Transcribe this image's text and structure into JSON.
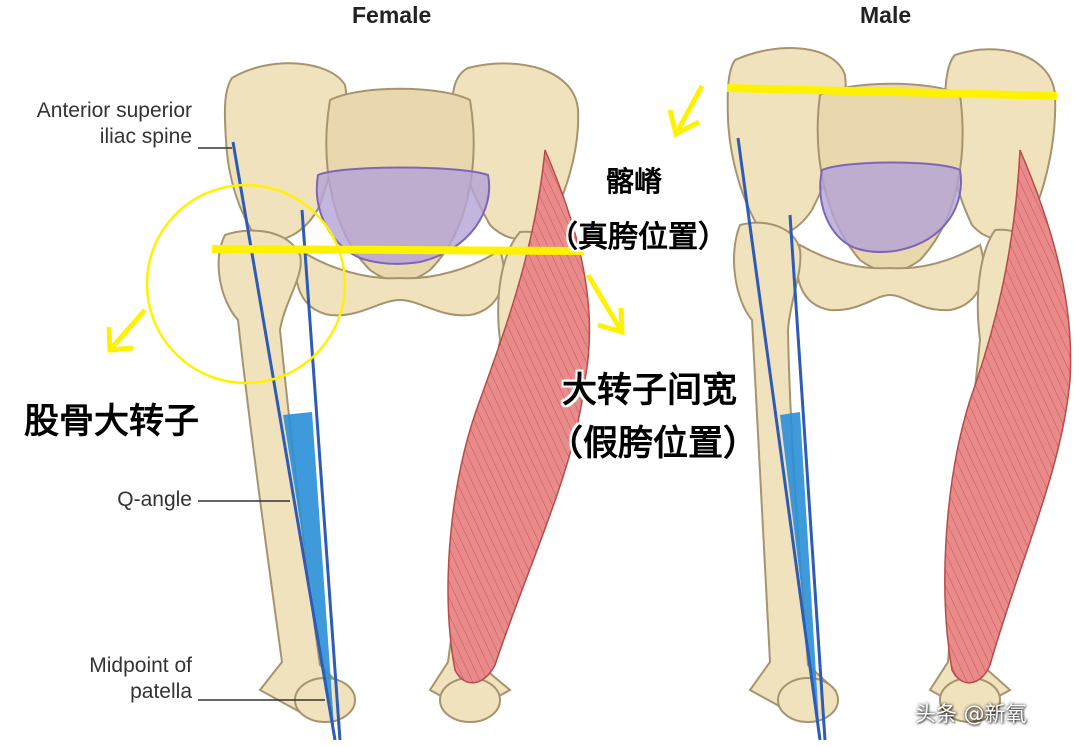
{
  "headers": {
    "female": "Female",
    "male": "Male"
  },
  "labels": {
    "asis_line1": "Anterior superior",
    "asis_line2": "iliac spine",
    "q_angle": "Q-angle",
    "patella_line1": "Midpoint of",
    "patella_line2": "patella"
  },
  "annotations": {
    "iliac_crest": "髂嵴",
    "true_hip": "（真胯位置）",
    "greater_trochanter": "股骨大转子",
    "trochanter_width": "大转子间宽",
    "false_hip": "（假胯位置）"
  },
  "watermark": "头条 @新氧",
  "colors": {
    "bone": "#F1E2BE",
    "bone_outline": "#A6946E",
    "pelvic_inlet": "#B3A2D6",
    "muscle": "#E88888",
    "axis_line": "#2D5BB5",
    "q_angle_fill": "#2A8FD8",
    "highlight": "#FFF200"
  },
  "icons": [
    "arrow-icon",
    "circle-highlight"
  ]
}
